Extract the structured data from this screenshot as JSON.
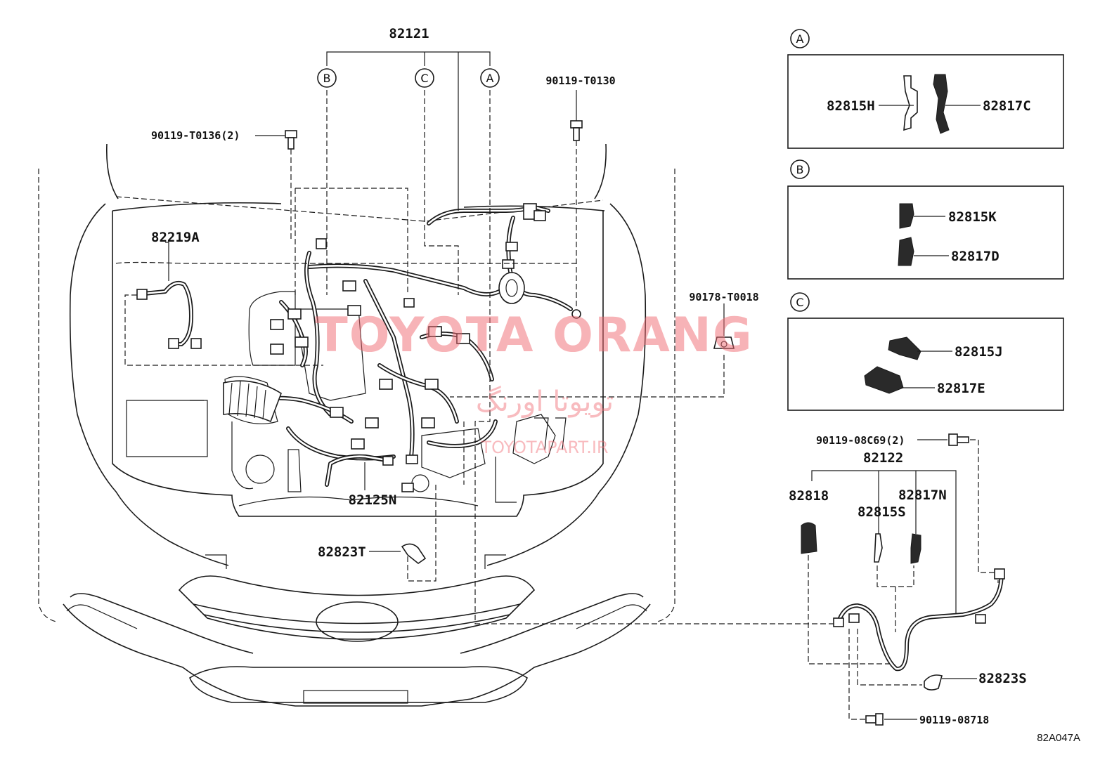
{
  "diagram_code": "82A047A",
  "watermark": {
    "brand": "TOYOTA ORANG",
    "persian": "تویوتا اورنگ",
    "site": "TOYOTAPART.IR"
  },
  "callouts": {
    "A": "A",
    "B": "B",
    "C": "C"
  },
  "labels": {
    "main_harness": "82121",
    "bolt_t0130": "90119-T0130",
    "bolt_t0136": "90119-T0136(2)",
    "wire_82219a": "82219A",
    "nut_t0018": "90178-T0018",
    "wire_82125n": "82125N",
    "protector_82823t": "82823T",
    "bolt_08c69": "90119-08C69(2)",
    "harness_82122": "82122",
    "part_82818": "82818",
    "part_82817n": "82817N",
    "part_82815s": "82815S",
    "protector_82823s": "82823S",
    "bolt_08718": "90119-08718"
  },
  "inset_a": {
    "left_part": "82815H",
    "right_part": "82817C"
  },
  "inset_b": {
    "top_part": "82815K",
    "bottom_part": "82817D"
  },
  "inset_c": {
    "top_part": "82815J",
    "bottom_part": "82817E"
  }
}
